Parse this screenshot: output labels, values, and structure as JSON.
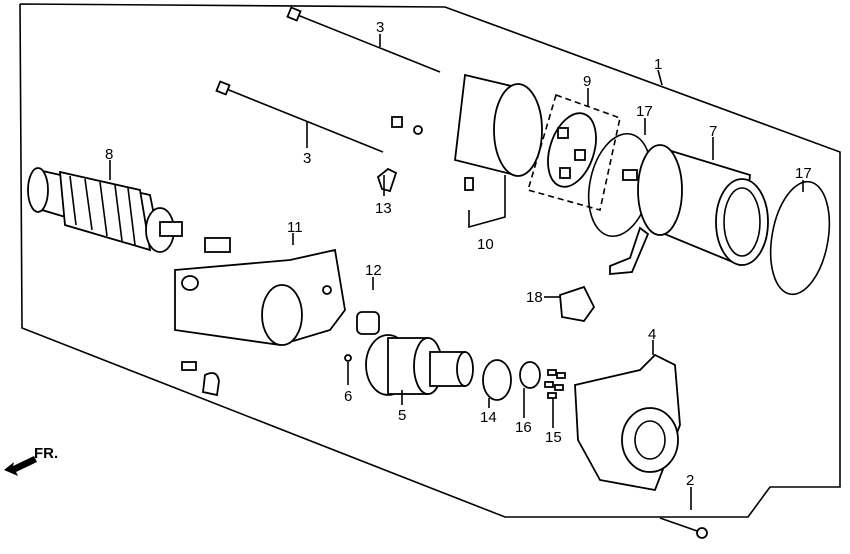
{
  "diagram": {
    "type": "exploded parts diagram",
    "subject_colors": {
      "line": "#000000",
      "background": "#ffffff"
    },
    "direction_indicator": {
      "label": "FR.",
      "icon": "arrow-left-down-icon"
    },
    "callouts": [
      {
        "id": "c1",
        "label": "1"
      },
      {
        "id": "c2",
        "label": "2"
      },
      {
        "id": "c3a",
        "label": "3"
      },
      {
        "id": "c3b",
        "label": "3"
      },
      {
        "id": "c4",
        "label": "4"
      },
      {
        "id": "c5",
        "label": "5"
      },
      {
        "id": "c6",
        "label": "6"
      },
      {
        "id": "c7",
        "label": "7"
      },
      {
        "id": "c8",
        "label": "8"
      },
      {
        "id": "c9",
        "label": "9"
      },
      {
        "id": "c10",
        "label": "10"
      },
      {
        "id": "c11",
        "label": "11"
      },
      {
        "id": "c12",
        "label": "12"
      },
      {
        "id": "c13",
        "label": "13"
      },
      {
        "id": "c14",
        "label": "14"
      },
      {
        "id": "c15",
        "label": "15"
      },
      {
        "id": "c16",
        "label": "16"
      },
      {
        "id": "c17a",
        "label": "17"
      },
      {
        "id": "c17b",
        "label": "17"
      },
      {
        "id": "c18",
        "label": "18"
      }
    ]
  }
}
